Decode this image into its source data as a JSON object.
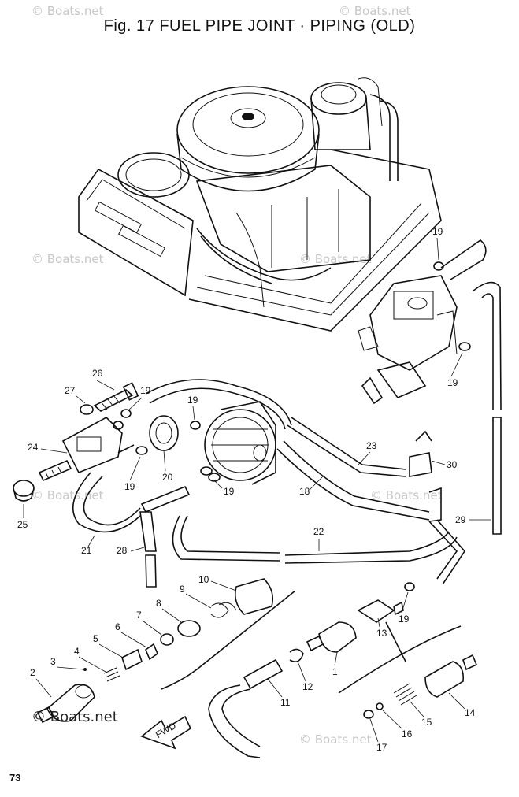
{
  "title": "Fig. 17  FUEL  PIPE  JOINT · PIPING (OLD)",
  "page_number": "73",
  "watermark": "© Boats.net",
  "fwd_marker": "FWD",
  "callouts": [
    "1",
    "2",
    "3",
    "4",
    "5",
    "6",
    "7",
    "8",
    "9",
    "10",
    "11",
    "12",
    "13",
    "14",
    "15",
    "16",
    "17",
    "18",
    "19",
    "20",
    "21",
    "22",
    "23",
    "24",
    "25",
    "26",
    "27",
    "28",
    "29",
    "30"
  ]
}
